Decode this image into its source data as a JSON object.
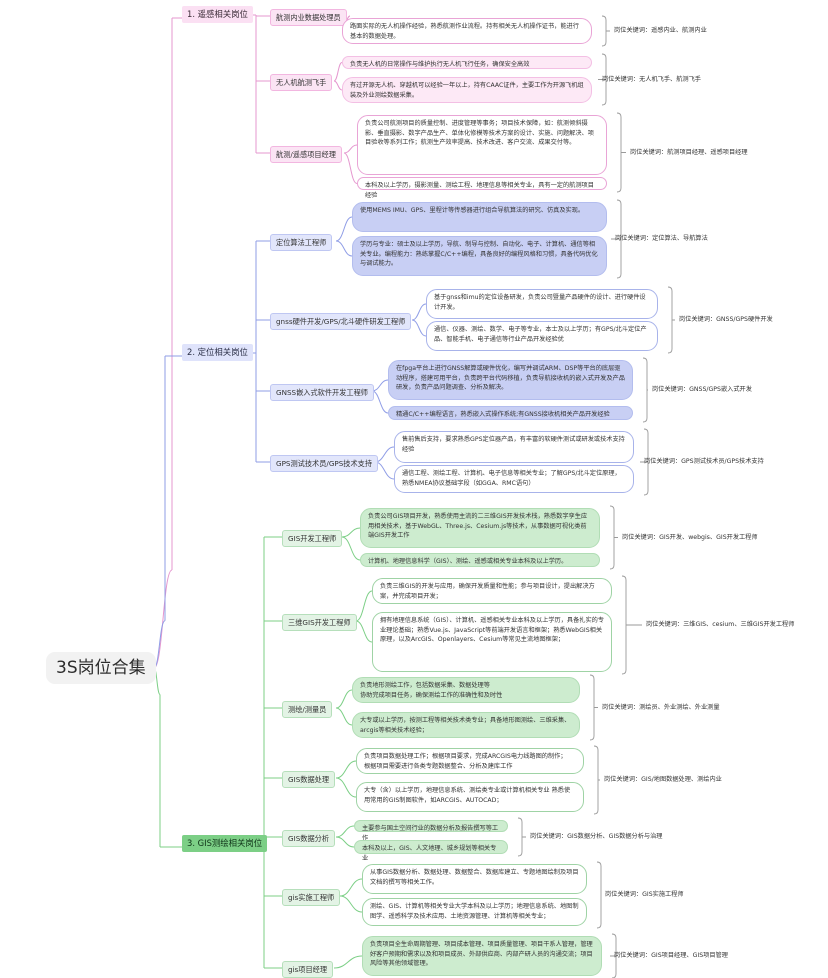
{
  "root": {
    "title": "3S岗位合集"
  },
  "colors": {
    "pink": "#e597cf",
    "blue": "#8f9de6",
    "green": "#7ccf86"
  },
  "categories": [
    {
      "title": "1. 遥感相关岗位",
      "roles": [
        {
          "title": "航测内业数据处理员",
          "descs": [
            "路面实际的无人机操作经验，熟悉航测作业流程。持有相关无人机操作证书，能进行基本的数据处理。"
          ],
          "keyword": "岗位关键词：遥感内业、航测内业"
        },
        {
          "title": "无人机航测飞手",
          "descs": [
            "负责无人机的日常操作与维护执行无人机飞行任务，确保安全高效",
            "有过开源无人机、穿越机可以经验一年以上，持有CAAC证件，主要工作为开源飞机组装及外业测绘数据采集。"
          ],
          "keyword": "岗位关键词：无人机飞手、航测飞手"
        },
        {
          "title": "航测/遥感项目经理",
          "descs": [
            "负责公司航测项目的质量控制、进度管理等事务；项目技术保障，如：航测倾斜摄影、垂直摄影、数字产品生产、单体化修模等技术方案的设计、实施、问题解决、项目验收等系列工作；航测生产效率提高、技术改进、客户交流、成果交付等。",
            "本科及以上学历，摄影测量、测绘工程、地理信息等相关专业，具有一定的航测项目经验"
          ],
          "keyword": "岗位关键词：航测项目经理、遥感项目经理"
        }
      ]
    },
    {
      "title": "2. 定位相关岗位",
      "roles": [
        {
          "title": "定位算法工程师",
          "descs": [
            "使用MEMS IMU、GPS、里程计等传感器进行组合导航算法的研究、仿真及实现。",
            "学历与专业：硕士及以上学历，导航、制导与控制、自动化、电子、计算机、通信等相关专业。编程能力：熟练掌握C/C++编程，具备良好的编程风格和习惯，具备代码优化与调试能力。"
          ],
          "keyword": "岗位关键词：定位算法、导航算法"
        },
        {
          "title": "gnss硬件开发/GPS/北斗硬件研发工程师",
          "descs": [
            "基于gnss和imu的定位设备研发，负责公司暨量产品硬件的设计、进行硬件设计开发。",
            "通信、仪器、测绘、数学、电子等专业，本士及以上学历；有GPS/北斗定位产品、智能手机、电子通信等行业产品开发经验优"
          ],
          "keyword": "岗位关键词：GNSS/GPS硬件开发"
        },
        {
          "title": "GNSS嵌入式软件开发工程师",
          "descs": [
            "在fpga平台上进行GNSS解算或硬件优化，编写并调试ARM、DSP等平台的底层驱动程序，搭建可用平台，负责跨平台代码移植，负责导航接收机的嵌入式开发及产品研发，负责产品问题调查、分析及解决。",
            "精通C/C++编程语言，熟悉嵌入式操作系统;有GNSS接收机相关产品开发经验"
          ],
          "keyword": "岗位关键词：GNSS/GPS嵌入式开发"
        },
        {
          "title": "GPS测试技术员/GPS技术支持",
          "descs": [
            "售前售后支持，要求熟悉GPS定位器产品，有丰富的软硬件测试或研发或技术支持经验",
            "通信工程、测绘工程、计算机、电子信息等相关专业；了解GPS/北斗定位原理，熟悉NMEA协议基础字段（如GGA、RMC语句）"
          ],
          "keyword": "岗位关键词：GPS测试技术员/GPS技术支持"
        }
      ]
    },
    {
      "title": "3. GIS测绘相关岗位",
      "roles": [
        {
          "title": "GIS开发工程师",
          "descs": [
            "负责公司GIS项目开发，熟悉使用主流的二三维GIS开发技术栈，熟悉数字孪生应用相关技术，基于WebGL、Three.js、Cesium.js等技术，从事数据可视化类前端GIS开发工作",
            "计算机、地理信息科学（GIS）、测绘、遥感或相关专业本科及以上学历。"
          ],
          "keyword": "岗位关键词：GIS开发、webgis、GIS开发工程师"
        },
        {
          "title": "三维GIS开发工程师",
          "descs": [
            "负责三维GIS的开发与应用，确保开发质量和性能；参与项目设计，提出解决方案，并完成项目开发；",
            "拥有地理信息系统（GIS）、计算机、遥感相关专业本科及以上学历，具备扎实的专业理论基础；熟悉Vue.js、JavaScript等前端开发语言和框架；熟悉WebGIS相关原理，以及ArcGIS、Openlayers、Cesium等常见主流地图框架；"
          ],
          "keyword": "岗位关键词：三维GIS、cesium、三维GIS开发工程师"
        },
        {
          "title": "测绘/测量员",
          "descs": [
            "负责地形测绘工作，包括数据采集、数据处理等\n协助完成项目任务，确保测绘工作的准确性和及时性",
            "大专或以上学历，按测工程等相关技术类专业；具备地形图测绘、三维采集、arcgis等相关技术经验；"
          ],
          "keyword": "岗位关键词：测绘员、外业测绘、外业测量"
        },
        {
          "title": "GIS数据处理",
          "descs": [
            "负责项目数据处理工作；根据项目要求，完成ARCGIS电力线路图的制作；\n根据项目需要进行各类专题数据整合、分析及建库工作",
            "大专（含）以上学历，地理信息系统、测绘类专业或计算机相关专业 熟悉使用常用的GIS制图软件，如ARCGIS、AUTOCAD；"
          ],
          "keyword": "岗位关键词：GIS/地图数据处理、测绘内业"
        },
        {
          "title": "GIS数据分析",
          "descs": [
            "主要参与国土空间行业的数据分析及报告撰写等工作",
            "本科及以上，GIS、人文地理、城乡规划等相关专业"
          ],
          "keyword": "岗位关键词：GIS数据分析、GIS数据分析与治理"
        },
        {
          "title": "gis实施工程师",
          "descs": [
            "从事GIS数据分析、数据处理、数据整合、数据库建立、专题地图绘制及项目文档的撰写等相关工作。",
            "测绘、GIS、计算机等相关专业大学本科及以上学历；地理信息系统、地图制图学、遥感科学及技术应用、土地资源管理、计算机等相关专业；"
          ],
          "keyword": "岗位关键词：GIS实施工程师"
        },
        {
          "title": "gis项目经理",
          "descs": [
            "负责项目全生命周期管理、项目成本管理、项目质量管理、项目干系人管理，管理好客户预期和需求以及和项目成员、外部供应商、内部产研人员的沟通交流；项目风险等其他领域管理。"
          ],
          "keyword": "岗位关键词：GIS项目经理、GIS项目管理"
        }
      ]
    }
  ]
}
